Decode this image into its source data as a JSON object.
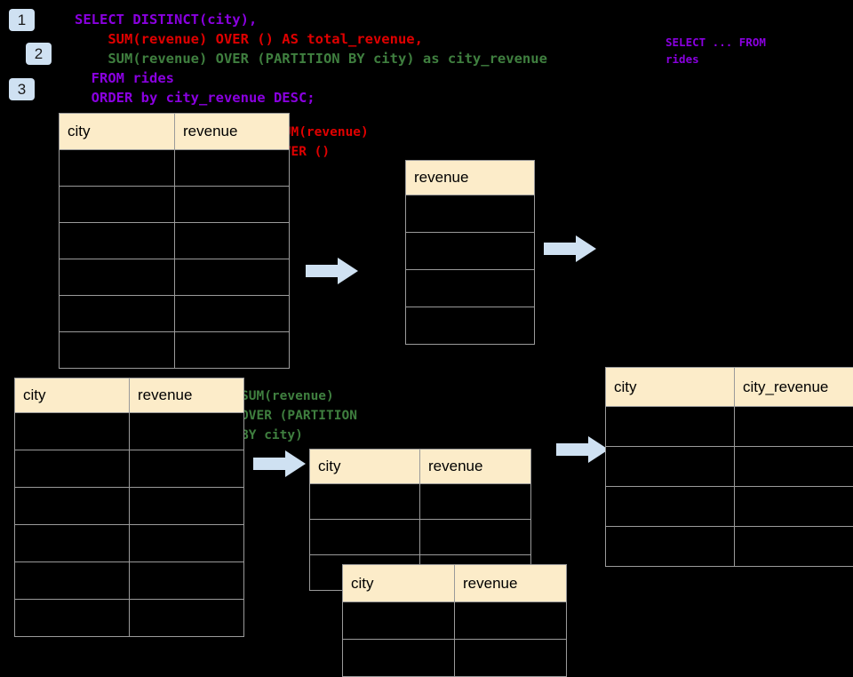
{
  "page": {
    "background": "#000000",
    "header_fill": "#fcecc9",
    "grid_line": "#9a9a9a",
    "arrow_fill": "#cfe1f2",
    "badge_fill": "#cfe1f2",
    "purple": "#8a00e0",
    "red": "#e00000",
    "green": "#3f7f3f"
  },
  "badges": [
    {
      "label": "1"
    },
    {
      "label": "2"
    },
    {
      "label": "3"
    }
  ],
  "sql": {
    "lines": [
      {
        "text": "SELECT DISTINCT(city),",
        "color": "purple"
      },
      {
        "text": "    SUM(revenue) OVER () AS total_revenue,",
        "color": "red"
      },
      {
        "text": "    SUM(revenue) OVER (PARTITION BY city) as city_revenue",
        "color": "green"
      },
      {
        "text": "  FROM rides",
        "color": "purple"
      },
      {
        "text": "  ORDER by city_revenue DESC;",
        "color": "purple"
      }
    ]
  },
  "sidenote": {
    "text": "SELECT ... FROM\nrides"
  },
  "annotations": {
    "total_revenue": "SUM(revenue)\nOVER ()",
    "city_revenue": "SUM(revenue)\nOVER (PARTITION\nBY city)"
  },
  "tables": {
    "rides_source_top": {
      "name": "rides-source-table",
      "columns": [
        "city",
        "revenue"
      ],
      "body_rows": 6
    },
    "total_revenue": {
      "name": "total-revenue-table",
      "columns": [
        "revenue"
      ],
      "body_rows": 4
    },
    "rides_source_bottom": {
      "name": "rides-source-table-bottom",
      "columns": [
        "city",
        "revenue"
      ],
      "body_rows": 6
    },
    "partition_front": {
      "name": "partition-table-front",
      "columns": [
        "city",
        "revenue"
      ],
      "body_rows": 3
    },
    "partition_back": {
      "name": "partition-table-back",
      "columns": [
        "city",
        "revenue"
      ],
      "body_rows": 2
    },
    "result": {
      "name": "result-table",
      "columns": [
        "city",
        "city_revenue"
      ],
      "body_rows": 4
    }
  },
  "arrows": [
    {
      "name": "arrow-source-to-total"
    },
    {
      "name": "arrow-total-to-result"
    },
    {
      "name": "arrow-source-to-partition"
    },
    {
      "name": "arrow-partition-to-result"
    }
  ]
}
